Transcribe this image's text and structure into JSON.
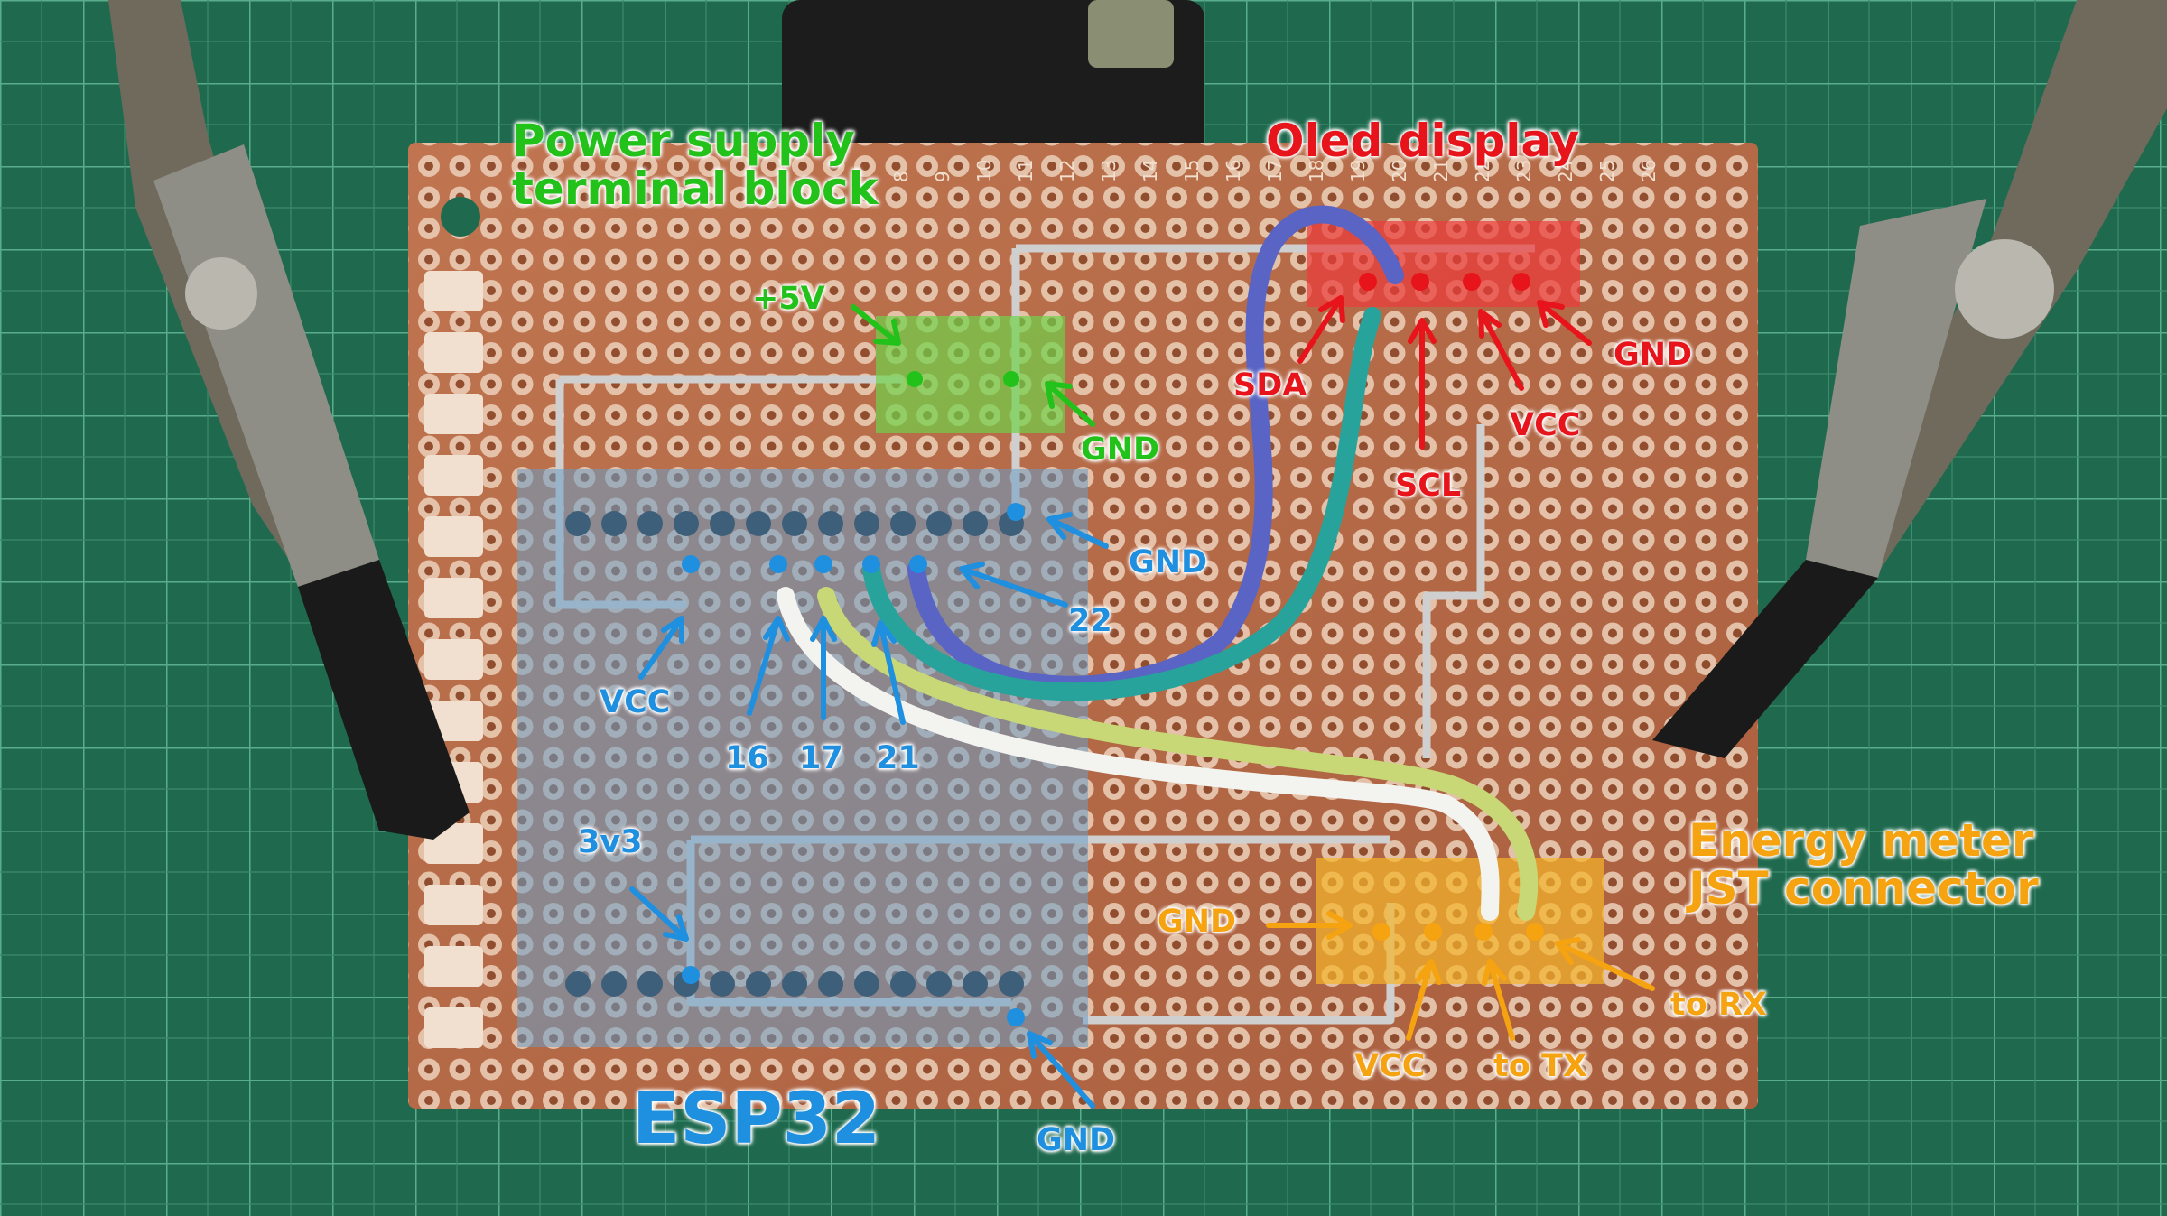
{
  "labels": {
    "power_supply_block": [
      "Power supply",
      "terminal block"
    ],
    "oled_display": "Oled display",
    "plus5v": "+5V",
    "gnd_power": "GND",
    "sda": "SDA",
    "scl": "SCL",
    "vcc_oled": "VCC",
    "gnd_oled": "GND",
    "gnd_esp_top": "GND",
    "pin22": "22",
    "vcc_esp": "VCC",
    "pin16": "16",
    "pin17": "17",
    "pin21": "21",
    "v3v3": "3v3",
    "esp32": "ESP32",
    "gnd_esp_bottom": "GND",
    "energy_meter": [
      "Energy meter",
      "JST connector"
    ],
    "gnd_jst": "GND",
    "vcc_jst": "VCC",
    "to_tx": "to TX",
    "to_rx": "to RX",
    "board_numbers": [
      "8",
      "9",
      "10",
      "11",
      "12",
      "13",
      "14",
      "15",
      "16",
      "17",
      "18",
      "19",
      "20",
      "21",
      "22",
      "23",
      "24",
      "25",
      "26"
    ]
  },
  "colors": {
    "background_mat": "#1f6a4e",
    "grid_lines": "#4fa585",
    "board": "#b46a46",
    "pad": "#f1dfcf",
    "solder": "#c9c9c9",
    "green_label": "#22c21b",
    "red_label": "#e8141b",
    "blue_label": "#1f8fe0",
    "orange_label": "#f5a310"
  }
}
